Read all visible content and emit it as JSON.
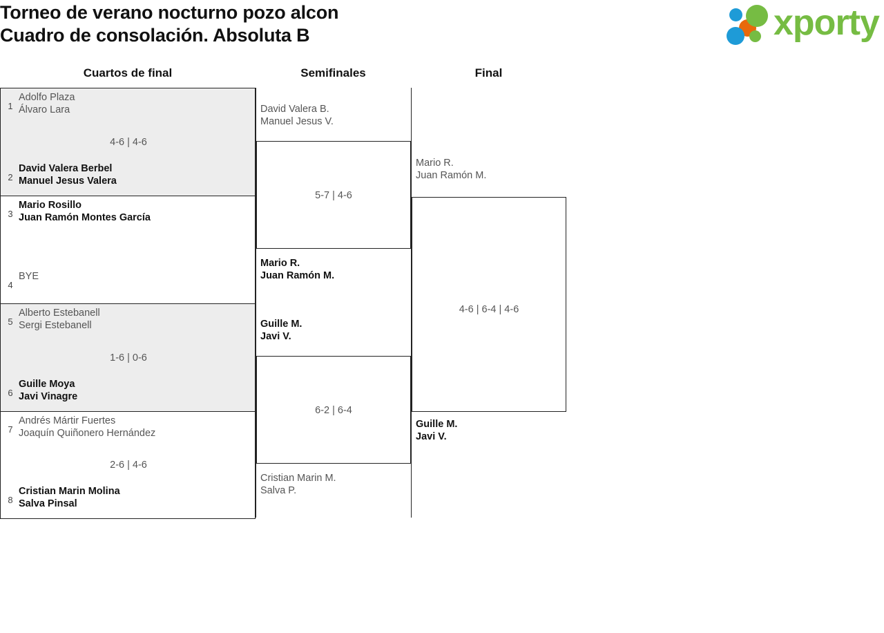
{
  "header": {
    "title_line_1": "Torneo de verano nocturno pozo alcon",
    "title_line_2": "Cuadro de consolación. Absoluta B",
    "logo_text": "xporty",
    "logo_colors": {
      "green": "#76bc43",
      "blue": "#1e9bd7",
      "orange": "#e8690b"
    }
  },
  "rounds": [
    {
      "label": "Cuartos de final"
    },
    {
      "label": "Semifinales"
    },
    {
      "label": "Final"
    }
  ],
  "quarterfinals": [
    {
      "shaded": true,
      "score": "4-6 | 4-6",
      "top": {
        "seed": "1",
        "line1": "Adolfo Plaza",
        "line2": "Álvaro Lara",
        "winner": false
      },
      "bottom": {
        "seed": "2",
        "line1": "David Valera Berbel",
        "line2": "Manuel Jesus Valera",
        "winner": true
      }
    },
    {
      "shaded": false,
      "score": "",
      "top": {
        "seed": "3",
        "line1": "Mario Rosillo",
        "line2": "Juan Ramón Montes García",
        "winner": true
      },
      "bottom": {
        "seed": "4",
        "line1": "BYE",
        "line2": "",
        "winner": false
      }
    },
    {
      "shaded": true,
      "score": "1-6 | 0-6",
      "top": {
        "seed": "5",
        "line1": "Alberto Estebanell",
        "line2": "Sergi Estebanell",
        "winner": false
      },
      "bottom": {
        "seed": "6",
        "line1": "Guille Moya",
        "line2": "Javi Vinagre",
        "winner": true
      }
    },
    {
      "shaded": false,
      "score": "2-6 | 4-6",
      "top": {
        "seed": "7",
        "line1": "Andrés Mártir Fuertes",
        "line2": "Joaquín Quiñonero Hernández",
        "winner": false
      },
      "bottom": {
        "seed": "8",
        "line1": "Cristian Marin Molina",
        "line2": "Salva Pinsal",
        "winner": true
      }
    }
  ],
  "semifinals": [
    {
      "score": "5-7 | 4-6",
      "top": {
        "line1": "David Valera B.",
        "line2": "Manuel Jesus V.",
        "winner": false
      },
      "bottom": {
        "line1": "Mario R.",
        "line2": "Juan Ramón M.",
        "winner": true
      }
    },
    {
      "score": "6-2 | 6-4",
      "top": {
        "line1": "Guille M.",
        "line2": "Javi V.",
        "winner": true
      },
      "bottom": {
        "line1": "Cristian Marin M.",
        "line2": "Salva P.",
        "winner": false
      }
    }
  ],
  "final": {
    "score": "4-6 | 6-4 | 4-6",
    "top": {
      "line1": "Mario R.",
      "line2": "Juan Ramón M.",
      "winner": false
    },
    "bottom": {
      "line1": "Guille M.",
      "line2": "Javi V.",
      "winner": true
    }
  }
}
